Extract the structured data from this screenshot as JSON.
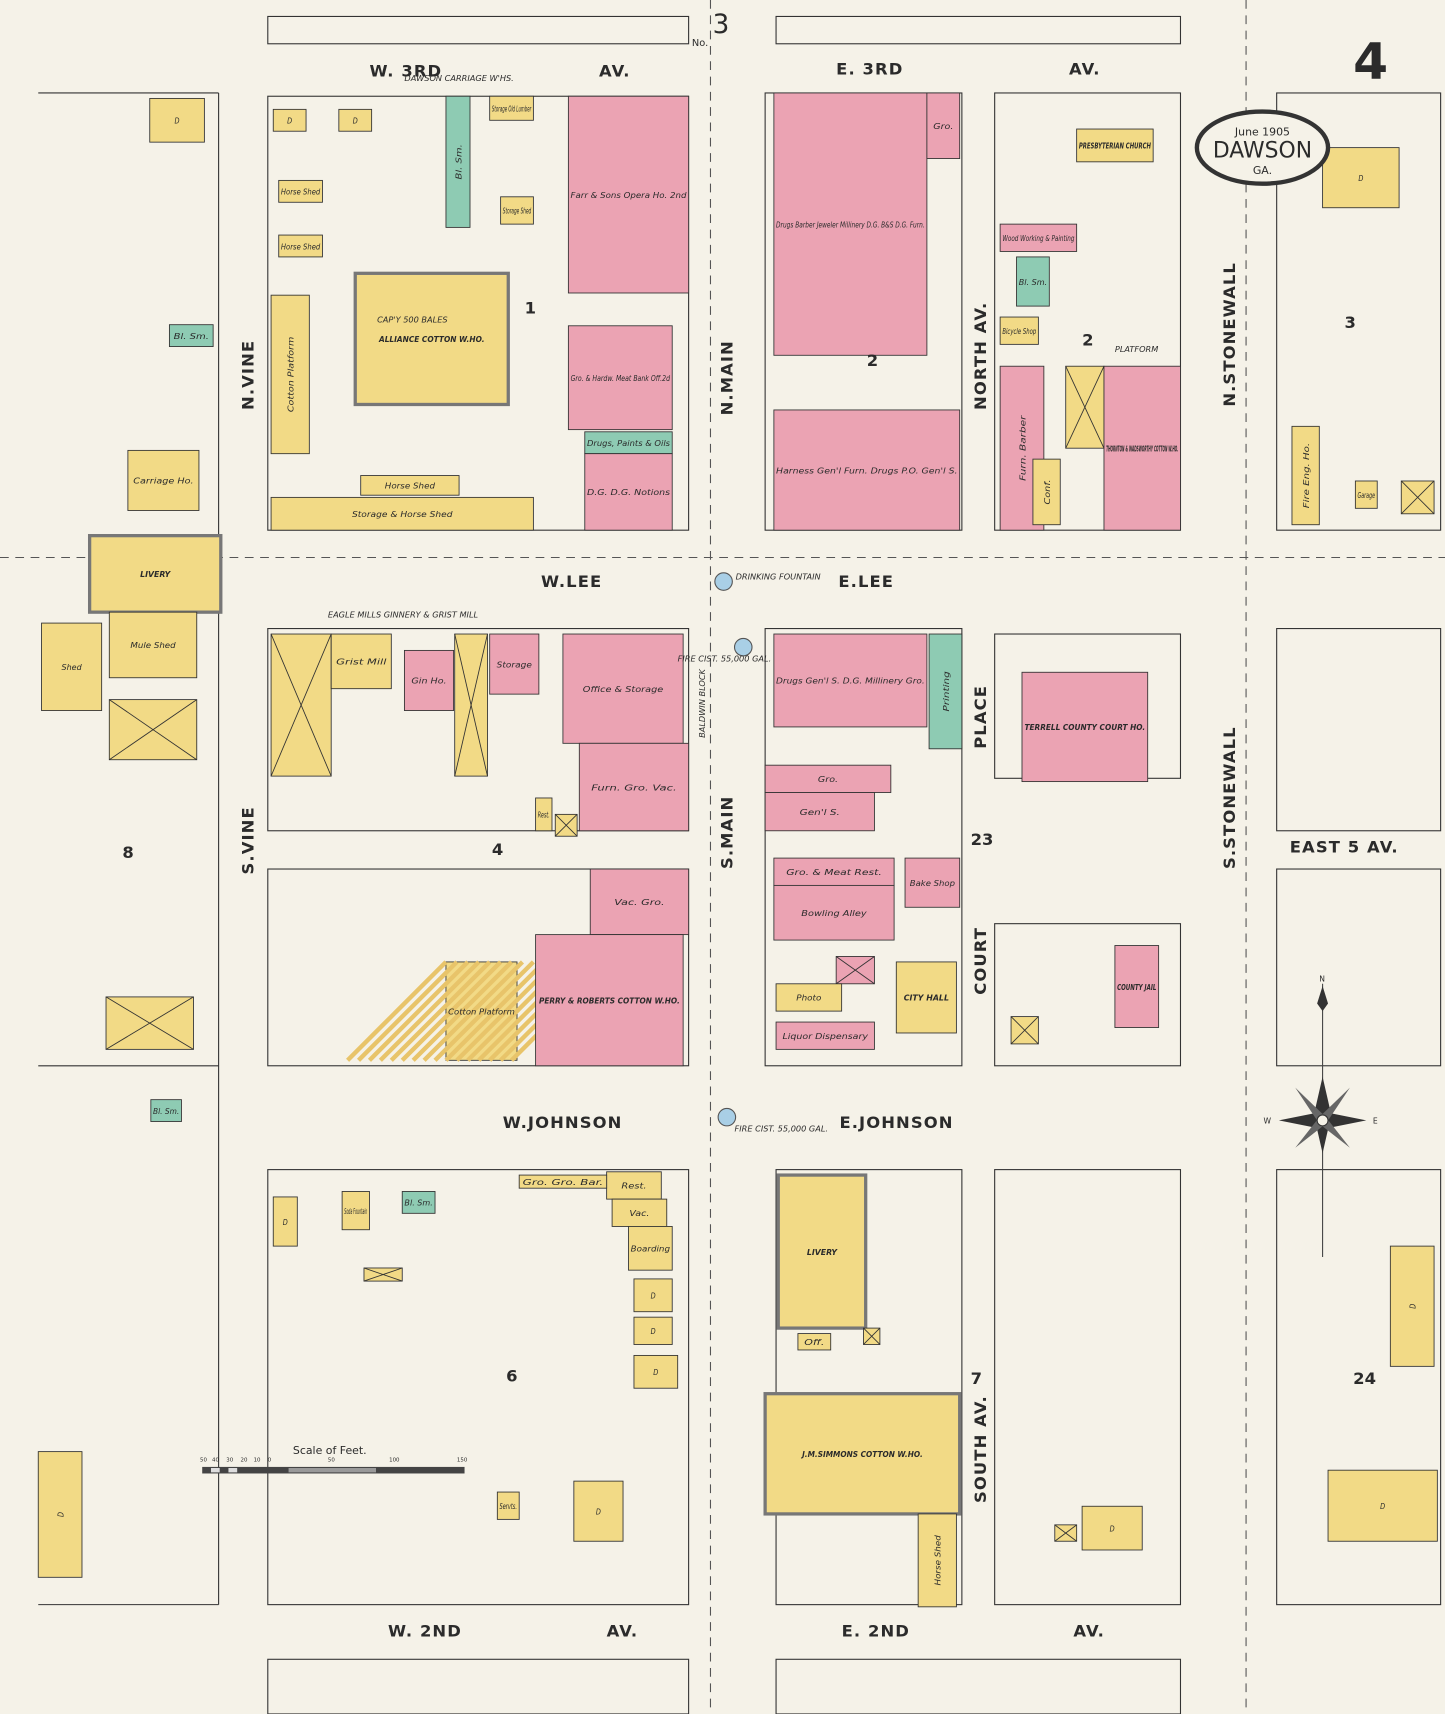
{
  "title": {
    "month_year": "June 1905",
    "city": "DAWSON",
    "state": "GA."
  },
  "sheet_number": "4",
  "adjoining_sheet": {
    "label": "No.",
    "number": "3"
  },
  "colors": {
    "brick": "#eba3b3",
    "frame": "#f2da86",
    "stone": "#8ecbb3",
    "paper": "#f5f2e8",
    "water": "#a9cfe6"
  },
  "streets": {
    "w3rd": "W. 3RD",
    "e3rd": "E. 3RD",
    "av_top_left": "AV.",
    "av_top_right": "AV.",
    "n_vine": "N.VINE",
    "s_vine": "S.VINE",
    "n_main": "N.MAIN",
    "s_main": "S.MAIN",
    "north_av": "NORTH  AV.",
    "place": "PLACE",
    "court": "COURT",
    "south_av": "SOUTH  AV.",
    "n_stonewall": "N.STONEWALL",
    "s_stonewall": "S.STONEWALL",
    "w_lee": "W.LEE",
    "e_lee": "E.LEE",
    "w_johnson": "W.JOHNSON",
    "e_johnson": "E.JOHNSON",
    "w2nd": "W. 2ND",
    "e2nd": "E. 2ND",
    "av_bot_left": "AV.",
    "av_bot_right": "AV.",
    "east5": "EAST 5  AV."
  },
  "block_numbers": [
    "1",
    "2",
    "2",
    "3",
    "4",
    "8",
    "23",
    "6",
    "7",
    "24"
  ],
  "notes": {
    "carriage": "DAWSON CARRIAGE W'HS.",
    "eagle_mills": "EAGLE MILLS GINNERY & GRIST MILL",
    "baldwin": "BALDWIN BLOCK",
    "drinking_fountain": "DRINKING FOUNTAIN",
    "fire_cist_1": "FIRE CIST. 55,000 GAL.",
    "fire_cist_2": "FIRE CIST. 55,000 GAL.",
    "platform": "PLATFORM",
    "alliance_cap": "CAP'Y 500 BALES"
  },
  "compass": {
    "n": "N",
    "e": "E",
    "w": "W"
  },
  "scale": {
    "title": "Scale of Feet.",
    "ticks": [
      "50",
      "40",
      "30",
      "20",
      "10",
      "0",
      "50",
      "100",
      "150"
    ]
  },
  "buildings": [
    {
      "label": "D",
      "type": "frame"
    },
    {
      "label": "D",
      "type": "frame"
    },
    {
      "label": "Bl. Sm.",
      "type": "stone"
    },
    {
      "label": "Storage Old Lumber",
      "type": "frame"
    },
    {
      "label": "Storage Shed",
      "type": "frame"
    },
    {
      "label": "Horse Shed",
      "type": "frame"
    },
    {
      "label": "Horse Shed",
      "type": "frame"
    },
    {
      "label": "ALLIANCE COTTON W.HO.",
      "type": "frame"
    },
    {
      "label": "Cotton Platform",
      "type": "frame"
    },
    {
      "label": "Storage & Horse Shed",
      "type": "frame"
    },
    {
      "label": "Horse Shed",
      "type": "frame"
    },
    {
      "label": "Farr & Sons Opera Ho. 2nd",
      "type": "brick"
    },
    {
      "label": "Gro. & Hardw.  Meat  Bank Off.2d",
      "type": "brick"
    },
    {
      "label": "Drugs, Paints & Oils",
      "type": "stone"
    },
    {
      "label": "D.G.  D.G. Notions",
      "type": "brick"
    },
    {
      "label": "Drugs Barber Jeweler Millinery D.G. B&S D.G. Furn.",
      "type": "brick"
    },
    {
      "label": "Gro.",
      "type": "brick"
    },
    {
      "label": "Harness  Gen'l Furn.  Drugs  P.O.  Gen'l S.",
      "type": "brick"
    },
    {
      "label": "PRESBYTERIAN CHURCH",
      "type": "frame"
    },
    {
      "label": "Wood Working & Painting",
      "type": "brick"
    },
    {
      "label": "Bl. Sm.",
      "type": "stone"
    },
    {
      "label": "Bicycle Shop",
      "type": "frame"
    },
    {
      "label": "Furn.  Barber",
      "type": "brick"
    },
    {
      "label": "",
      "type": "frame"
    },
    {
      "label": "Conf.",
      "type": "frame"
    },
    {
      "label": "THORNTON & WADSWORTHY COTTON W.HO.",
      "type": "brick"
    },
    {
      "label": "D",
      "type": "frame"
    },
    {
      "label": "Fire Eng. Ho.",
      "type": "frame"
    },
    {
      "label": "Garage",
      "type": "frame"
    },
    {
      "label": "",
      "type": "frame"
    },
    {
      "label": "D",
      "type": "frame"
    },
    {
      "label": "Bl. Sm.",
      "type": "stone"
    },
    {
      "label": "Carriage Ho.",
      "type": "frame"
    },
    {
      "label": "LIVERY",
      "type": "frame"
    },
    {
      "label": "Mule Shed",
      "type": "frame"
    },
    {
      "label": "Shed",
      "type": "frame"
    },
    {
      "label": "",
      "type": "frame"
    },
    {
      "label": "",
      "type": "frame"
    },
    {
      "label": "Bl. Sm.",
      "type": "stone"
    },
    {
      "label": "D",
      "type": "frame"
    },
    {
      "label": "",
      "type": "frame"
    },
    {
      "label": "Grist Mill",
      "type": "frame"
    },
    {
      "label": "Gin Ho.",
      "type": "brick"
    },
    {
      "label": "",
      "type": "frame"
    },
    {
      "label": "Storage",
      "type": "brick"
    },
    {
      "label": "Office & Storage",
      "type": "brick"
    },
    {
      "label": "Furn.  Gro.  Vac.",
      "type": "brick"
    },
    {
      "label": "Rest.",
      "type": "frame"
    },
    {
      "label": "",
      "type": "frame"
    },
    {
      "label": "Cotton Platform",
      "type": "frame"
    },
    {
      "label": "Vac.  Gro.",
      "type": "brick"
    },
    {
      "label": "PERRY & ROBERTS COTTON W.HO.",
      "type": "brick"
    },
    {
      "label": "Drugs  Gen'l S.  D.G. Millinery  Gro.",
      "type": "brick"
    },
    {
      "label": "Printing",
      "type": "stone"
    },
    {
      "label": "Gro.",
      "type": "brick"
    },
    {
      "label": "Gen'l S.",
      "type": "brick"
    },
    {
      "label": "TERRELL COUNTY COURT HO.",
      "type": "brick"
    },
    {
      "label": "Gro. & Meat   Rest.",
      "type": "brick"
    },
    {
      "label": "Bowling Alley",
      "type": "brick"
    },
    {
      "label": "Bake Shop",
      "type": "brick"
    },
    {
      "label": "",
      "type": "brick"
    },
    {
      "label": "Photo",
      "type": "frame"
    },
    {
      "label": "Liquor Dispensary",
      "type": "brick"
    },
    {
      "label": "CITY HALL",
      "type": "frame"
    },
    {
      "label": "COUNTY JAIL",
      "type": "brick"
    },
    {
      "label": "",
      "type": "frame"
    },
    {
      "label": "LIVERY",
      "type": "frame"
    },
    {
      "label": "J.M.SIMMONS COTTON W.HO.",
      "type": "frame"
    },
    {
      "label": "Horse Shed",
      "type": "frame"
    },
    {
      "label": "Off.",
      "type": "frame"
    },
    {
      "label": "",
      "type": "frame"
    },
    {
      "label": "Soda Fountain",
      "type": "frame"
    },
    {
      "label": "Bl. Sm.",
      "type": "stone"
    },
    {
      "label": "",
      "type": "frame"
    },
    {
      "label": "Rest.",
      "type": "frame"
    },
    {
      "label": "Vac.",
      "type": "frame"
    },
    {
      "label": "Boarding",
      "type": "frame"
    },
    {
      "label": "D",
      "type": "frame"
    },
    {
      "label": "D",
      "type": "frame"
    },
    {
      "label": "D",
      "type": "frame"
    },
    {
      "label": "Servts.",
      "type": "frame"
    },
    {
      "label": "D",
      "type": "frame"
    },
    {
      "label": "D",
      "type": "frame"
    },
    {
      "label": "",
      "type": "frame"
    },
    {
      "label": "D",
      "type": "frame"
    },
    {
      "label": "D",
      "type": "frame"
    },
    {
      "label": "D",
      "type": "frame"
    },
    {
      "label": "Gro.  Gro.  Bar.",
      "type": "frame"
    }
  ]
}
